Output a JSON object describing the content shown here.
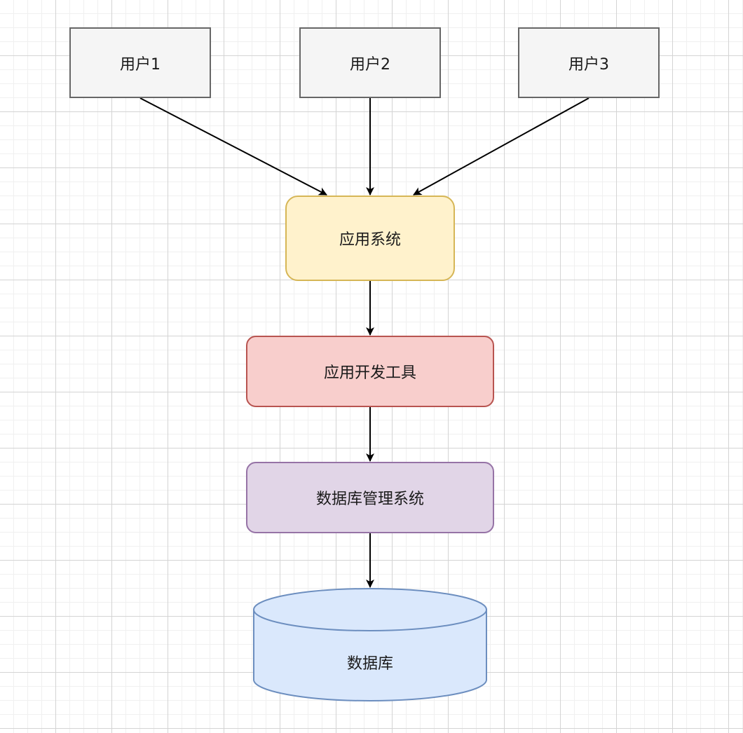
{
  "diagram": {
    "nodes": {
      "user1": "用户1",
      "user2": "用户2",
      "user3": "用户3",
      "app_system": "应用系统",
      "dev_tools": "应用开发工具",
      "dbms": "数据库管理系统",
      "database": "数据库"
    },
    "colors": {
      "user_fill": "#f5f5f5",
      "user_stroke": "#666666",
      "app_fill": "#fff2cc",
      "app_stroke": "#d6b656",
      "tools_fill": "#f8cecc",
      "tools_stroke": "#b85450",
      "dbms_fill": "#e1d5e7",
      "dbms_stroke": "#9673a6",
      "db_fill": "#dae8fc",
      "db_stroke": "#6c8ebf",
      "edge": "#000000"
    }
  }
}
